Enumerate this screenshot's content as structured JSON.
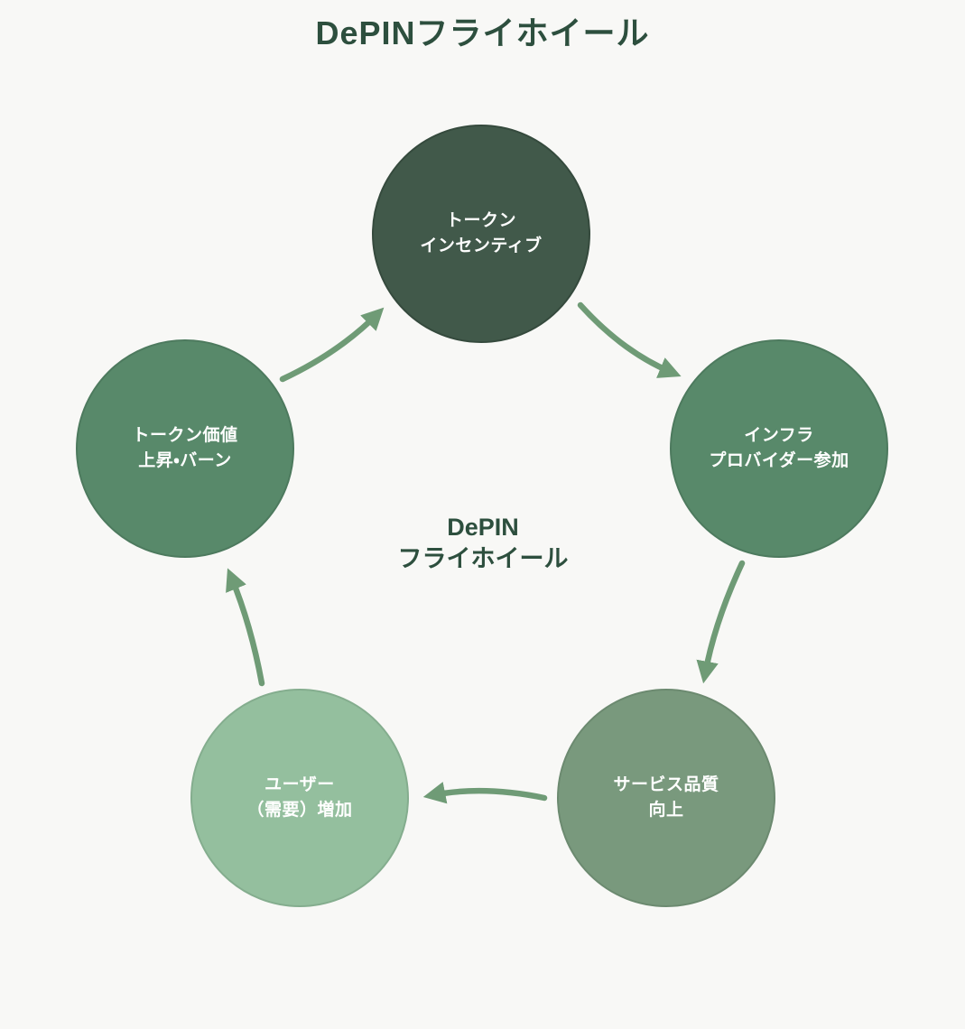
{
  "title": "DePINフライホイール",
  "center_label": "DePIN\nフライホイール",
  "colors": {
    "background": "#f8f8f6",
    "title_text": "#2d4f3e",
    "center_text": "#2d4f3e",
    "arrow": "#6f9b76",
    "node_text": "#ffffff"
  },
  "nodes": [
    {
      "id": "token-incentive",
      "label": "トークン\nインセンティブ",
      "fill": "#41594a",
      "border": "#354a3d"
    },
    {
      "id": "infra-provider-join",
      "label": "インフラ\nプロバイダー参加",
      "fill": "#58896a",
      "border": "#4d7a5e"
    },
    {
      "id": "service-quality-up",
      "label": "サービス品質\n向上",
      "fill": "#79997d",
      "border": "#6c8a70"
    },
    {
      "id": "user-demand-increase",
      "label": "ユーザー\n（需要）増加",
      "fill": "#94bf9e",
      "border": "#84ad8e"
    },
    {
      "id": "token-value-rise-burn",
      "label": "トークン価値\n上昇・バーン",
      "fill": "#58896a",
      "border": "#4d7a5e"
    }
  ]
}
